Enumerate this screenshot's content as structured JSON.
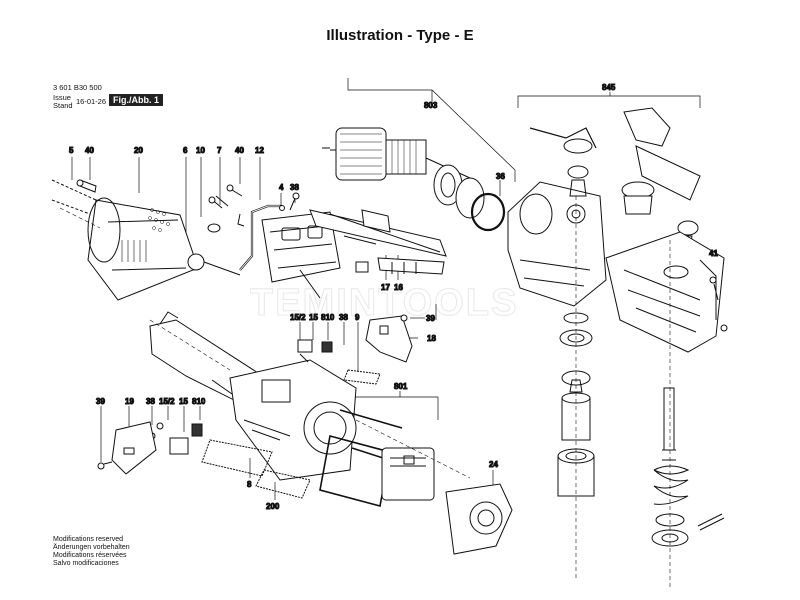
{
  "title": "Illustration - Type - E",
  "header": {
    "part_number": "3 601 B30 500",
    "issue_label_1": "Issue",
    "issue_label_2": "Stand",
    "issue_date": "16-01-26",
    "fig_tag": "Fig./Abb. 1"
  },
  "watermark": "TEMINTOOLS",
  "footer": {
    "line1": "Modifications reserved",
    "line2": "Änderungen vorbehalten",
    "line3": "Modifications réservées",
    "line4": "Salvo modificaciones"
  },
  "callouts": {
    "c5": "5",
    "c40a": "40",
    "c20": "20",
    "c6": "6",
    "c10": "10",
    "c7": "7",
    "c40b": "40",
    "c12": "12",
    "c4": "4",
    "c38a": "38",
    "c803": "803",
    "c36": "36",
    "c845": "845",
    "c41": "41",
    "c17": "17",
    "c16": "16",
    "c152a": "15/2",
    "c15a": "15",
    "c810a": "810",
    "c38b": "38",
    "c9": "9",
    "c39a": "39",
    "c18": "18",
    "c801": "801",
    "c39b": "39",
    "c19": "19",
    "c38c": "38",
    "c152b": "15/2",
    "c15b": "15",
    "c810b": "810",
    "c8": "8",
    "c200": "200",
    "c24": "24"
  }
}
